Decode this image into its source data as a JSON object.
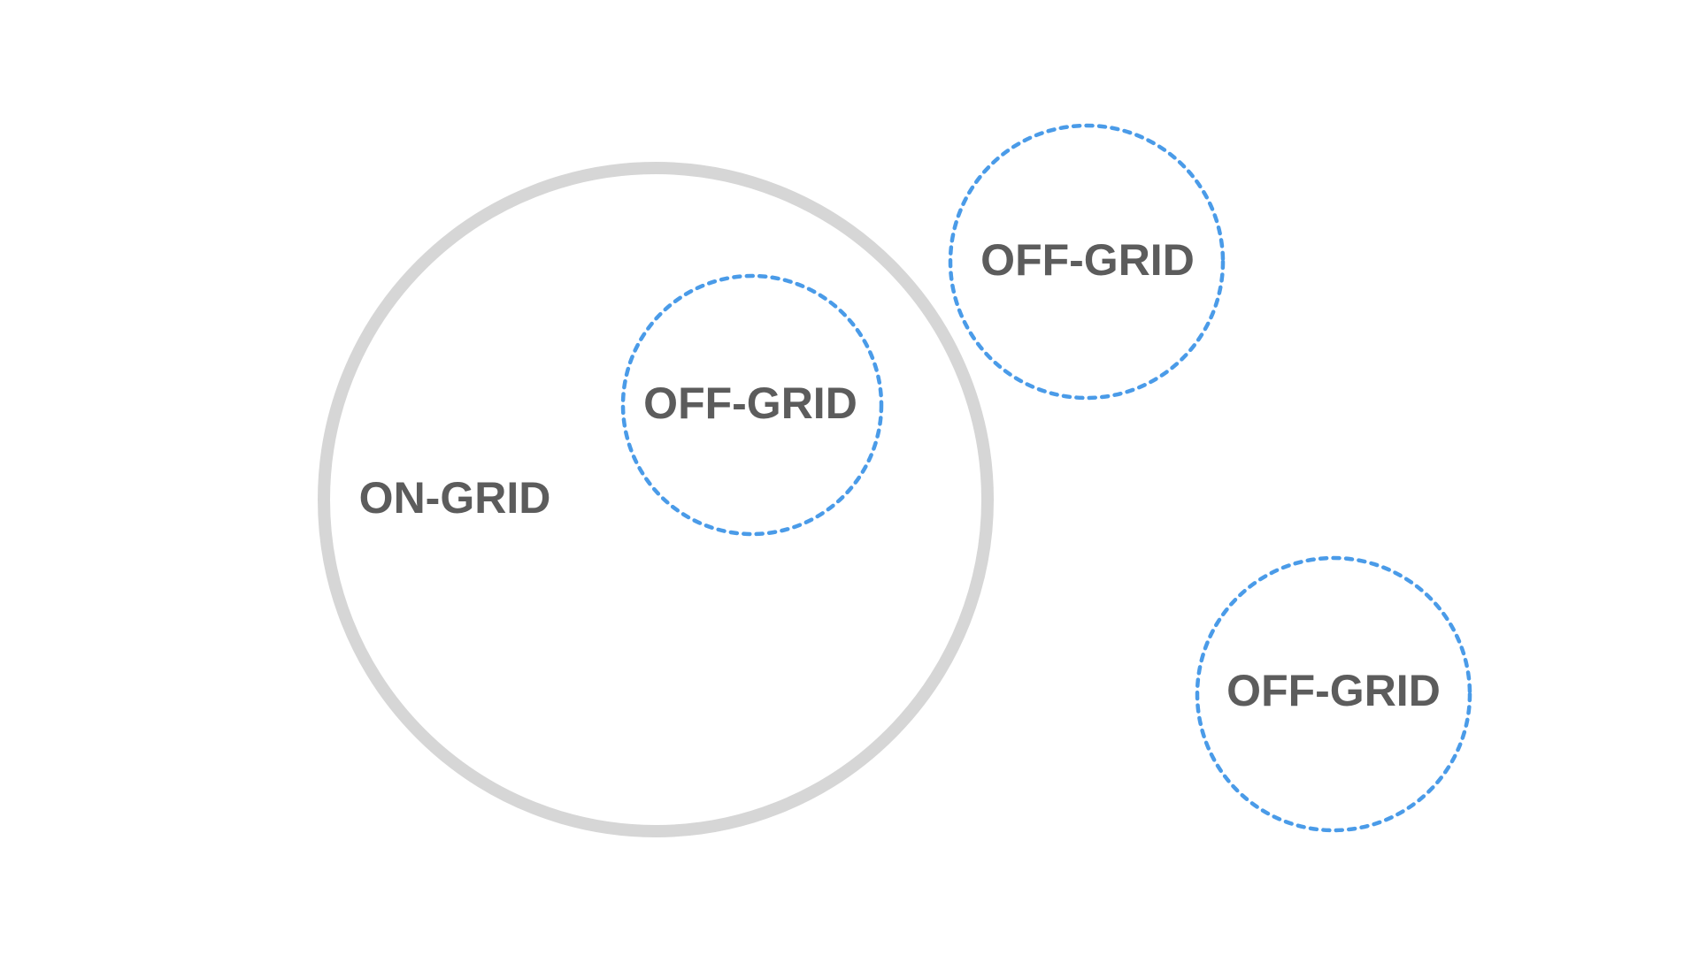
{
  "colors": {
    "background": "#ffffff",
    "on_grid_stroke": "#d6d6d6",
    "off_grid_stroke": "#4a9be8",
    "label_text": "#5c5c5c"
  },
  "diagram": {
    "on_grid": {
      "label": "ON-GRID"
    },
    "off_grid": [
      {
        "label": "OFF-GRID"
      },
      {
        "label": "OFF-GRID"
      },
      {
        "label": "OFF-GRID"
      }
    ]
  }
}
